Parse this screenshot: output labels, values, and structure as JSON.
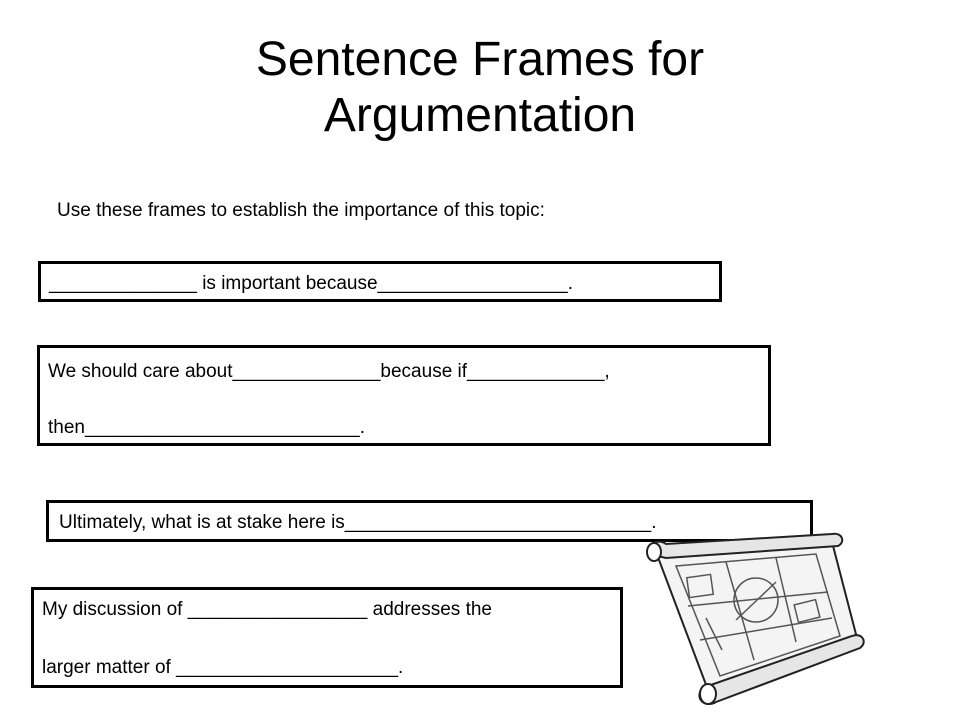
{
  "slide": {
    "title_line1": "Sentence Frames for",
    "title_line2": "Argumentation",
    "instruction": "Use these frames to establish the importance of this topic:"
  },
  "frames": [
    {
      "lines": [
        "______________ is important because__________________."
      ]
    },
    {
      "lines": [
        "We should care about______________because if_____________,",
        "then__________________________."
      ]
    },
    {
      "lines": [
        "Ultimately, what is at stake here is_____________________________."
      ]
    },
    {
      "lines": [
        "My discussion of _________________ addresses the",
        "larger matter of _____________________."
      ]
    }
  ],
  "illustration": {
    "icon": "blueprint-scroll-icon"
  }
}
